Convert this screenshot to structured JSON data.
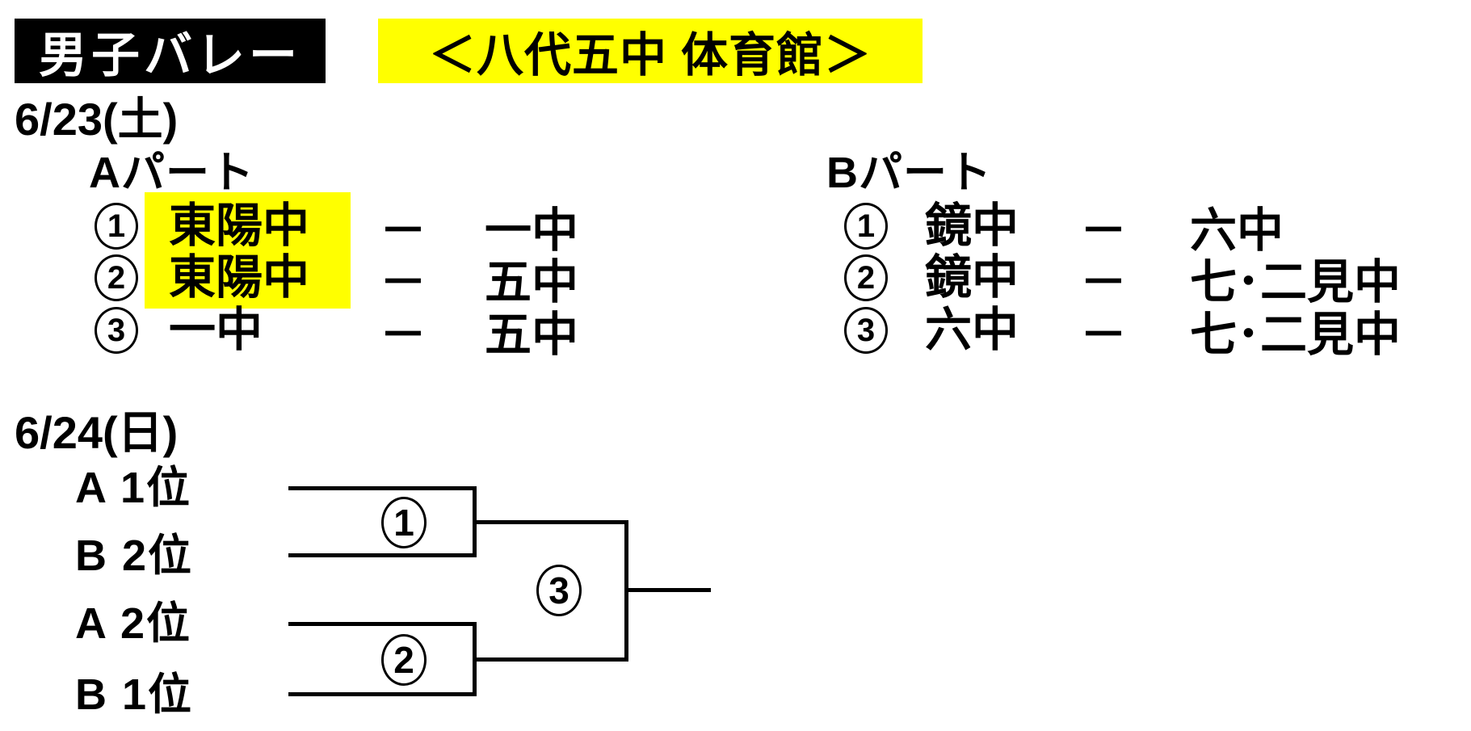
{
  "header": {
    "title": "男子バレー",
    "venue": "＜八代五中 体育館＞"
  },
  "day1": {
    "date": "6/23(土)",
    "part_a": {
      "label": "Aパート",
      "matches": [
        {
          "no": "1",
          "team1": "東陽中",
          "vs": "－",
          "team2": "一中",
          "team1_highlighted": true
        },
        {
          "no": "2",
          "team1": "東陽中",
          "vs": "－",
          "team2": "五中",
          "team1_highlighted": true
        },
        {
          "no": "3",
          "team1": "一中",
          "vs": "－",
          "team2": "五中",
          "team1_highlighted": false
        }
      ]
    },
    "part_b": {
      "label": "Bパート",
      "matches": [
        {
          "no": "1",
          "team1": "鏡中",
          "vs": "－",
          "team2": "六中",
          "team1_highlighted": false
        },
        {
          "no": "2",
          "team1": "鏡中",
          "vs": "－",
          "team2": "七･二見中",
          "team1_highlighted": false
        },
        {
          "no": "3",
          "team1": "六中",
          "vs": "－",
          "team2": "七･二見中",
          "team1_highlighted": false
        }
      ]
    }
  },
  "day2": {
    "date": "6/24(日)",
    "bracket": {
      "seeds": [
        "A 1位",
        "B 2位",
        "A 2位",
        "B 1位"
      ],
      "match_numbers": [
        "1",
        "2",
        "3"
      ]
    }
  },
  "colors": {
    "highlight": "#ffff00",
    "title_bg": "#000000",
    "title_fg": "#ffffff",
    "text": "#000000"
  }
}
